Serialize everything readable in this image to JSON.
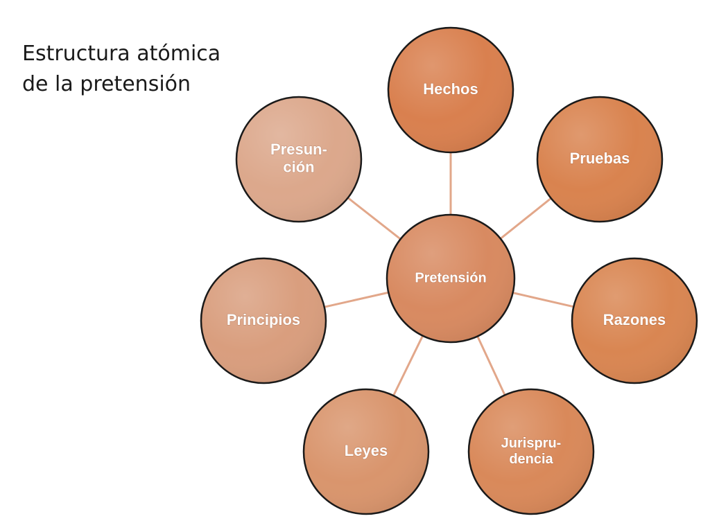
{
  "title": {
    "line1": "Estructura atómica",
    "line2": "de la pretensión"
  },
  "colors": {
    "center": "#D88A61",
    "outline": "#1a1a1a",
    "connector": "#E2A78A"
  },
  "diagram": {
    "center": {
      "label": "Pretensión",
      "color": "#D88A61"
    },
    "nodes": [
      {
        "id": "hechos",
        "lines": [
          "Hechos"
        ],
        "color": "#D9804F"
      },
      {
        "id": "pruebas",
        "lines": [
          "Pruebas"
        ],
        "color": "#D9834F"
      },
      {
        "id": "razones",
        "lines": [
          "Razones"
        ],
        "color": "#D98652"
      },
      {
        "id": "jurisprudencia",
        "lines": [
          "Jurispru-",
          "dencia"
        ],
        "color": "#D9895A"
      },
      {
        "id": "leyes",
        "lines": [
          "Leyes"
        ],
        "color": "#D9956D"
      },
      {
        "id": "principios",
        "lines": [
          "Principios"
        ],
        "color": "#D99E7E"
      },
      {
        "id": "presuncion",
        "lines": [
          "Presun-",
          "ción"
        ],
        "color": "#DCA88C"
      }
    ]
  }
}
